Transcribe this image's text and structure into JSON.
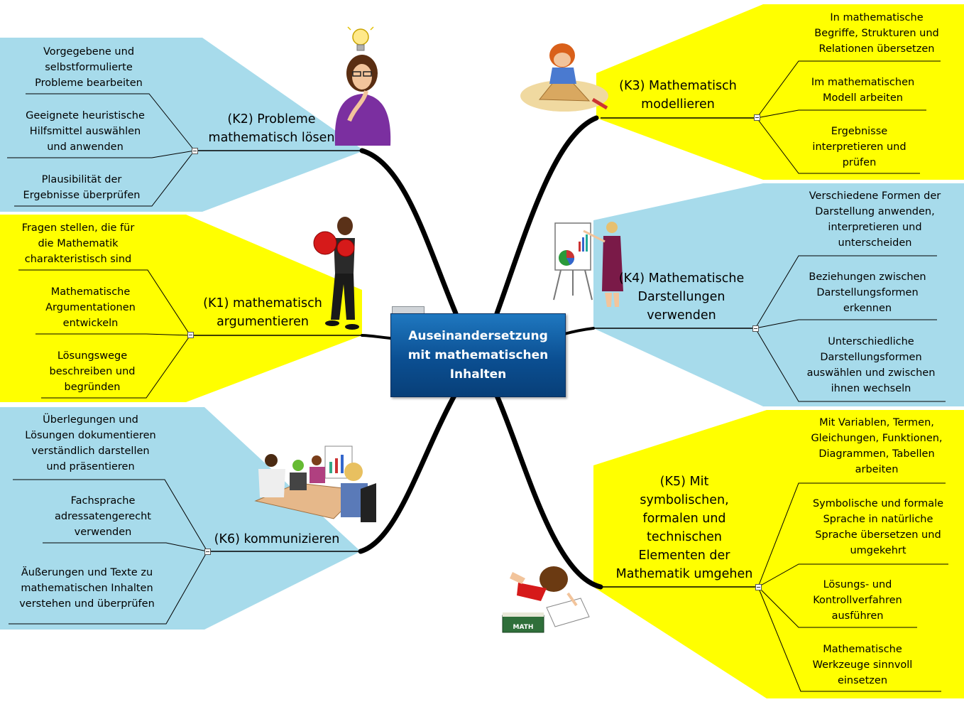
{
  "center": {
    "title_lines": [
      "Auseinandersetzung",
      "mit mathematischen",
      "Inhalten"
    ]
  },
  "branches": {
    "k2": {
      "label_lines": [
        "(K2) Probleme",
        "mathematisch lösen"
      ],
      "items": [
        {
          "lines": [
            "Vorgegebene und",
            "selbstformulierte",
            "Probleme bearbeiten"
          ]
        },
        {
          "lines": [
            "Geeignete heuristische",
            "Hilfsmittel auswählen",
            "und anwenden"
          ]
        },
        {
          "lines": [
            "Plausibilität der",
            "Ergebnisse überprüfen"
          ]
        }
      ]
    },
    "k1": {
      "label_lines": [
        "(K1) mathematisch",
        "argumentieren"
      ],
      "items": [
        {
          "lines": [
            "Fragen stellen, die für",
            "die Mathematik",
            "charakteristisch sind"
          ]
        },
        {
          "lines": [
            "Mathematische",
            "Argumentationen",
            "entwickeln"
          ]
        },
        {
          "lines": [
            "Lösungswege",
            "beschreiben und",
            "begründen"
          ]
        }
      ]
    },
    "k6": {
      "label_lines": [
        "(K6) kommunizieren"
      ],
      "items": [
        {
          "lines": [
            "Überlegungen und",
            "Lösungen dokumentieren",
            "verständlich darstellen",
            "und präsentieren"
          ]
        },
        {
          "lines": [
            "Fachsprache",
            "adressatengerecht",
            "verwenden"
          ]
        },
        {
          "lines": [
            "Äußerungen und Texte zu",
            "mathematischen Inhalten",
            "verstehen und überprüfen"
          ]
        }
      ]
    },
    "k3": {
      "label_lines": [
        "(K3) Mathematisch",
        "modellieren"
      ],
      "items": [
        {
          "lines": [
            "In mathematische",
            "Begriffe, Strukturen und",
            "Relationen übersetzen"
          ]
        },
        {
          "lines": [
            "Im mathematischen",
            "Modell arbeiten"
          ]
        },
        {
          "lines": [
            "Ergebnisse",
            "interpretieren und",
            "prüfen"
          ]
        }
      ]
    },
    "k4": {
      "label_lines": [
        "(K4) Mathematische",
        "Darstellungen",
        "verwenden"
      ],
      "items": [
        {
          "lines": [
            "Verschiedene Formen der",
            "Darstellung anwenden,",
            "interpretieren und",
            "unterscheiden"
          ]
        },
        {
          "lines": [
            "Beziehungen zwischen",
            "Darstellungsformen",
            "erkennen"
          ]
        },
        {
          "lines": [
            "Unterschiedliche",
            "Darstellungsformen",
            "auswählen und zwischen",
            "ihnen wechseln"
          ]
        }
      ]
    },
    "k5": {
      "label_lines": [
        "(K5) Mit",
        "symbolischen,",
        "formalen und",
        "technischen",
        "Elementen der",
        "Mathematik umgehen"
      ],
      "items": [
        {
          "lines": [
            "Mit Variablen, Termen,",
            "Gleichungen, Funktionen,",
            "Diagrammen, Tabellen",
            "arbeiten"
          ]
        },
        {
          "lines": [
            "Symbolische und formale",
            "Sprache in natürliche",
            "Sprache übersetzen und",
            "umgekehrt"
          ]
        },
        {
          "lines": [
            "Lösungs- und",
            "Kontrollverfahren",
            "ausführen"
          ]
        },
        {
          "lines": [
            "Mathematische",
            "Werkzeuge sinnvoll",
            "einsetzen"
          ]
        }
      ]
    }
  },
  "clipart": [
    {
      "name": "lightbulb-icon"
    },
    {
      "name": "thinking-woman-icon"
    },
    {
      "name": "boxer-woman-icon"
    },
    {
      "name": "meeting-people-icon"
    },
    {
      "name": "sandbox-child-icon"
    },
    {
      "name": "flipchart-presenter-icon"
    },
    {
      "name": "math-student-icon"
    }
  ],
  "math_book_label": "MATH",
  "colors": {
    "blue_panel": "#a7dbeb",
    "yellow_panel": "#ffff00",
    "center_box": "#0b5ea8",
    "connector": "#000000"
  }
}
